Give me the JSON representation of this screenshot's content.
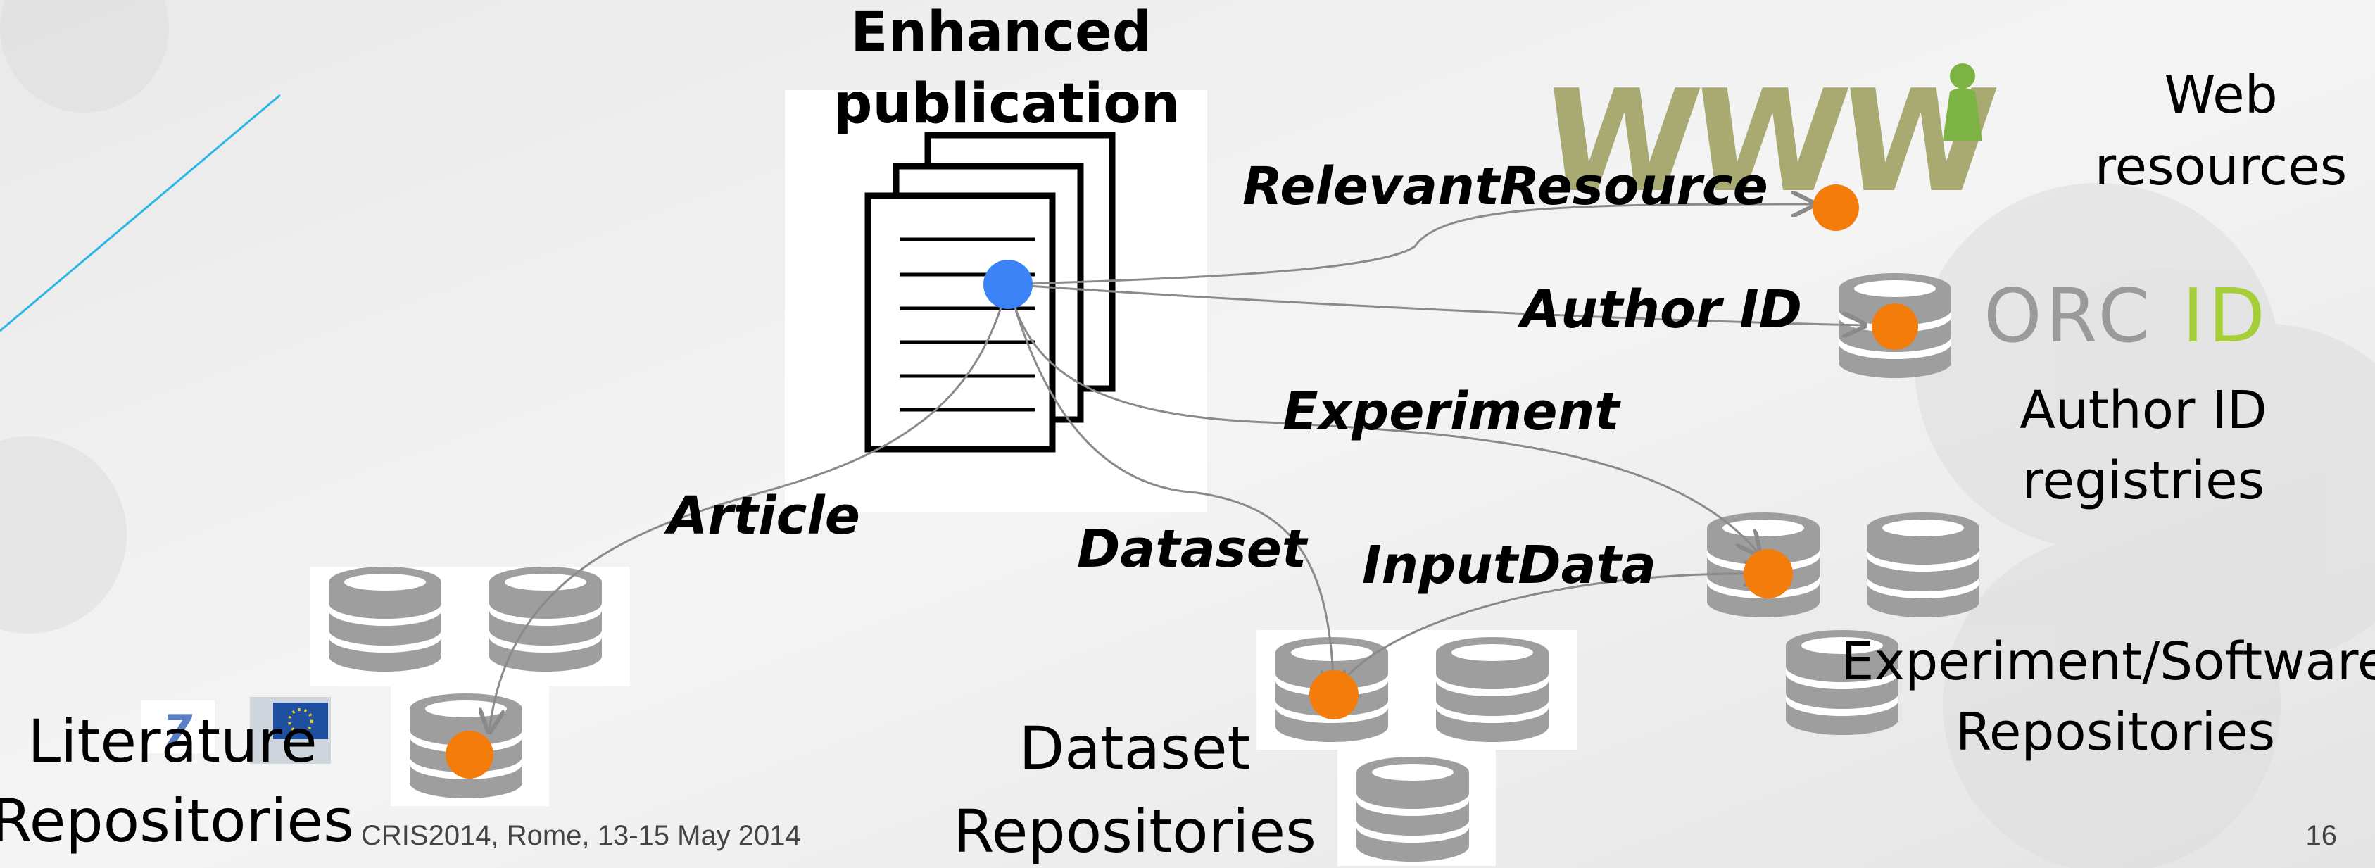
{
  "slide": {
    "title_line1": "Enhanced",
    "title_line2": "publication",
    "footer_left": "CRIS2014, Rome, 13-15 May 2014",
    "page_number": "16"
  },
  "relations": {
    "relevant_resource": "RelevantResource",
    "author_id": "Author ID",
    "experiment": "Experiment",
    "article": "Article",
    "dataset": "Dataset",
    "input_data": "InputData"
  },
  "targets": {
    "web_line1": "Web",
    "web_line2": "resources",
    "orcid_logo": "ORCID",
    "author_line1": "Author ID",
    "author_line2": "registries",
    "experiment_line1": "Experiment/Software",
    "experiment_line2": "Repositories",
    "literature_line1": "Literature",
    "literature_line2": "Repositories",
    "dataset_line1": "Dataset",
    "dataset_line2": "Repositories",
    "www_logo": "WWW"
  },
  "colors": {
    "source_node": "#3b82f6",
    "target_node": "#f47c0a",
    "database": "#9e9e9e",
    "accent_line": "#29b6e6",
    "orcid_green": "#a6ce39",
    "orcid_grey": "#9a9a9a"
  }
}
